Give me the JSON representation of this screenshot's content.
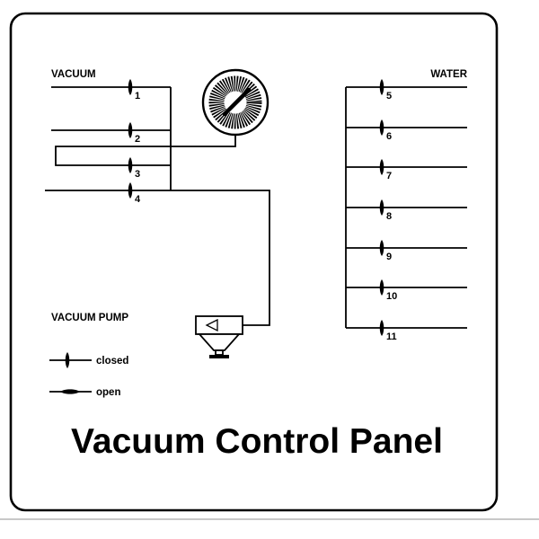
{
  "colors": {
    "ink": "#000000",
    "paper": "#ffffff",
    "divider": "#b5b5b5"
  },
  "title": "Vacuum Control Panel",
  "sections": {
    "vacuum": {
      "label": "VACUUM",
      "valves": [
        {
          "number": "1",
          "state": "closed"
        },
        {
          "number": "2",
          "state": "closed"
        },
        {
          "number": "3",
          "state": "closed"
        },
        {
          "number": "4",
          "state": "closed"
        }
      ]
    },
    "water": {
      "label": "WATER",
      "valves": [
        {
          "number": "5",
          "state": "closed"
        },
        {
          "number": "6",
          "state": "closed"
        },
        {
          "number": "7",
          "state": "closed"
        },
        {
          "number": "8",
          "state": "closed"
        },
        {
          "number": "9",
          "state": "closed"
        },
        {
          "number": "10",
          "state": "closed"
        },
        {
          "number": "11",
          "state": "closed"
        }
      ]
    },
    "pump": {
      "label": "VACUUM PUMP"
    }
  },
  "legend": [
    {
      "symbol": "vertical-valve",
      "label": "closed"
    },
    {
      "symbol": "horizontal-valve",
      "label": "open"
    }
  ]
}
